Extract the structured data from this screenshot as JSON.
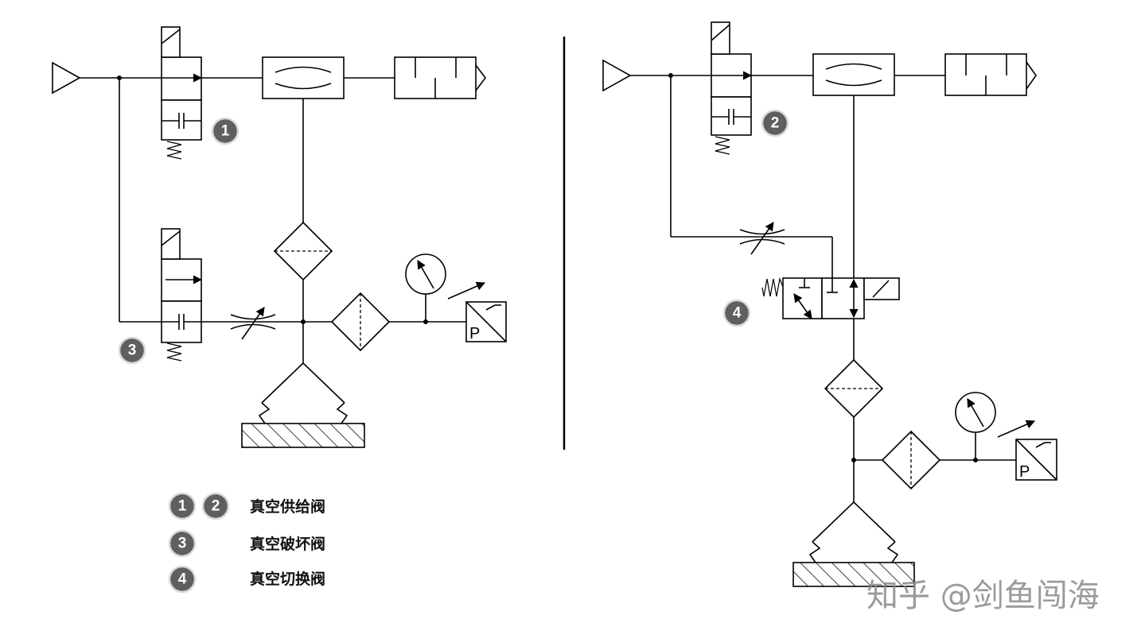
{
  "badges": {
    "left_supply": "1",
    "left_break": "3",
    "right_supply": "2",
    "right_switch": "4"
  },
  "legend": {
    "items": [
      {
        "badges": [
          "1",
          "2"
        ],
        "label": "真空供给阀"
      },
      {
        "badges": [
          "3"
        ],
        "label": "真空破坏阀"
      },
      {
        "badges": [
          "4"
        ],
        "label": "真空切换阀"
      }
    ]
  },
  "pressure_switch_letter": "P",
  "watermark": "知乎 @剑鱼闯海",
  "colors": {
    "line": "#000000",
    "badge_fill": "#5f5f5f",
    "badge_ring": "#d9d9d9",
    "watermark": "#8a8a8a"
  }
}
